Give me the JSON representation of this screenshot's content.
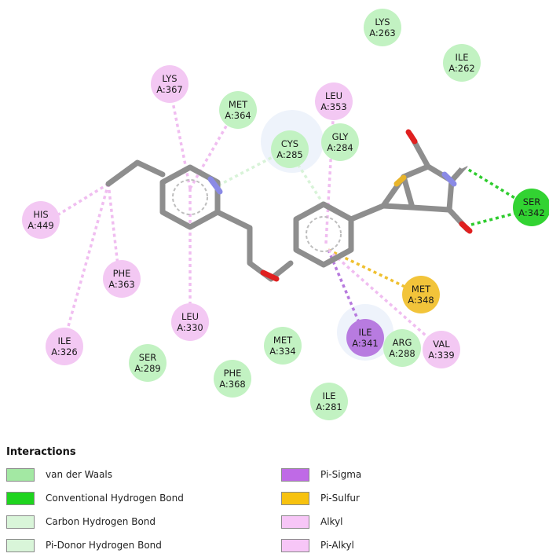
{
  "residues": [
    {
      "label": "LYS A:263",
      "type": "vdw"
    },
    {
      "label": "ILE A:262",
      "type": "vdw"
    },
    {
      "label": "LYS A:367",
      "type": "alkyl"
    },
    {
      "label": "MET A:364",
      "type": "vdw"
    },
    {
      "label": "LEU A:353",
      "type": "alkyl"
    },
    {
      "label": "GLY A:284",
      "type": "vdw"
    },
    {
      "label": "CYS A:285",
      "type": "vdw"
    },
    {
      "label": "SER A:342",
      "type": "hbond"
    },
    {
      "label": "HIS A:449",
      "type": "alkyl"
    },
    {
      "label": "PHE A:363",
      "type": "alkyl"
    },
    {
      "label": "MET A:348",
      "type": "pisulfur"
    },
    {
      "label": "LEU A:330",
      "type": "alkyl"
    },
    {
      "label": "MET A:334",
      "type": "vdw"
    },
    {
      "label": "ILE A:341",
      "type": "pisigma"
    },
    {
      "label": "ARG A:288",
      "type": "vdw"
    },
    {
      "label": "VAL A:339",
      "type": "alkyl"
    },
    {
      "label": "ILE A:326",
      "type": "alkyl"
    },
    {
      "label": "SER A:289",
      "type": "vdw"
    },
    {
      "label": "PHE A:368",
      "type": "vdw"
    },
    {
      "label": "ILE A:281",
      "type": "vdw"
    }
  ],
  "colors": {
    "vdw": "#c2f2c2",
    "hbond": "#32d332",
    "carbon_hbond": "#dcf7dc",
    "pisigma": "#b87be0",
    "pisulfur": "#f2c43a",
    "alkyl": "#f3c8f3",
    "atom_c": "#8e8e8e",
    "atom_n": "#8a8ae6",
    "atom_o": "#e02020",
    "atom_s": "#e8b42a"
  },
  "legend": {
    "title": "Interactions",
    "items": [
      {
        "label": "van der Waals",
        "color": "#a3e8a3"
      },
      {
        "label": "Conventional Hydrogen Bond",
        "color": "#1fd41f"
      },
      {
        "label": "Carbon Hydrogen Bond",
        "color": "#d9f5d9"
      },
      {
        "label": "Pi-Donor Hydrogen Bond",
        "color": "#d9f5d9"
      },
      {
        "label": "Pi-Sigma",
        "color": "#bf6ae6"
      },
      {
        "label": "Pi-Sulfur",
        "color": "#f7c20f"
      },
      {
        "label": "Alkyl",
        "color": "#f7c6f7"
      },
      {
        "label": "Pi-Alkyl",
        "color": "#f7c6f7"
      }
    ]
  }
}
